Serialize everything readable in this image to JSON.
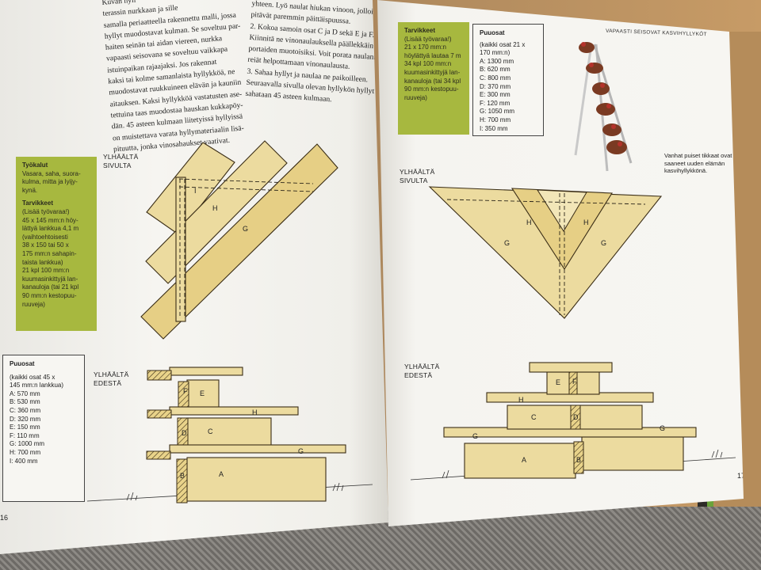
{
  "left_page": {
    "page_number": "16",
    "column1_lines": [
      "Kuvan hyll",
      "terassin nurkkaan ja sille",
      "samalla periaatteella rakennettu malli, jossa",
      "hyllyt muodostavat kulman. Se soveltuu par-",
      "haiten seinän tai aidan viereen, nurkka",
      "vapaasti seisovana se soveltuu vaikkapa",
      "istuinpaikan rajaajaksi. Jos rakennat",
      "kaksi tai kolme samanlaista hyllykköä, ne",
      "muodostavat ruukkuineen elävän ja kauniin",
      "aitauksen. Kaksi hyllykköä vastatusten ase-",
      "tettuina taas muodostaa hauskan kukkapöy-",
      "dän. 45 asteen kulmaan liitetyissä hyllyissä",
      "on muistettava varata hyllymateriaalin lisä-",
      "pituutta, jonka vinosahaukset vaativat."
    ],
    "column2_lines": [
      "yhteen. Lyö naulat hiukan vinoon, jolloin",
      "pitävät paremmin päittäispuussa.",
      "2. Kokoa samoin osat C ja D sekä E ja F.",
      "Kiinnitä ne vinonaulauksella päällekkäin",
      "portaiden muotoisiksi. Voit porata naulanreiät",
      "reiät helpottamaan vinonaulausta.",
      "3. Sahaa hyllyt ja naulaa ne paikoilleen.",
      "Seuraavalla sivulla olevan hyllykön hyllyt",
      "sahataan 45 asteen kulmaan."
    ],
    "tools_box": {
      "title": "Työkalut",
      "lines": [
        "Vasara, saha, suora-",
        "kulma, mitta ja lyijy-",
        "kynä."
      ],
      "supplies_title": "Tarvikkeet",
      "supplies_lines": [
        "(Lisää työvaraa!)",
        "45 x 145 mm:n höy-",
        "lättyä lankkua 4,1 m",
        "(vaihtoehtoisesti",
        "38 x 150 tai 50 x",
        "175 mm:n sahapin-",
        "taista lankkua)",
        "21 kpl 100 mm:n",
        "kuumasinkittyjä lan-",
        "kanauloja (tai 21 kpl",
        "90 mm:n kestopuu-",
        "ruuveja)"
      ]
    },
    "parts_box": {
      "title": "Puuosat",
      "lines": [
        "(kaikki osat 45 x",
        "145 mm:n lankkua)",
        "A: 570 mm",
        "B: 530 mm",
        "C: 360 mm",
        "D: 320 mm",
        "E: 150 mm",
        "F: 110 mm",
        "G: 1000 mm",
        "H: 700 mm",
        "I: 400 mm"
      ]
    },
    "view_top": [
      "YLHÄÄLTÄ",
      "SIVULTA"
    ],
    "view_front": [
      "YLHÄÄLTÄ",
      "EDESTÄ"
    ],
    "top_labels": [
      "H",
      "G",
      "I"
    ],
    "front_labels": [
      "F",
      "E",
      "H",
      "D",
      "C",
      "G",
      "B",
      "A"
    ]
  },
  "right_page": {
    "page_number": "17",
    "running_head": "VAPAASTI SEISOVAT KASVIHYLLYKÖT",
    "supplies_box": {
      "title": "Tarvikkeet",
      "lines": [
        "(Lisää työvaraa!)",
        "21 x 170 mm:n",
        "höylättyä lautaa 7 m",
        "34 kpl 100 mm:n",
        "kuumasinkittyjä lan-",
        "kanauloja (tai 34 kpl",
        "90 mm:n kestopuu-",
        "ruuveja)"
      ]
    },
    "parts_box": {
      "title": "Puuosat",
      "lines": [
        "(kaikki osat 21 x",
        "170 mm:n)",
        "A: 1300 mm",
        "B: 620 mm",
        "C: 800 mm",
        "D: 370 mm",
        "E: 300 mm",
        "F: 120 mm",
        "G: 1050 mm",
        "H: 700 mm",
        "I: 350 mm"
      ]
    },
    "photo_caption": [
      "Vanhat puiset tikkaat ovat",
      "saaneet uuden elämän",
      "kasvihyllykkönä."
    ],
    "view_top": [
      "YLHÄÄLTÄ",
      "SIVULTA"
    ],
    "view_front": [
      "YLHÄÄLTÄ",
      "EDESTÄ"
    ],
    "top_labels": [
      "H",
      "H",
      "G",
      "G"
    ],
    "front_labels": [
      "E",
      "F",
      "H",
      "C",
      "D",
      "G",
      "G",
      "A",
      "B"
    ]
  }
}
